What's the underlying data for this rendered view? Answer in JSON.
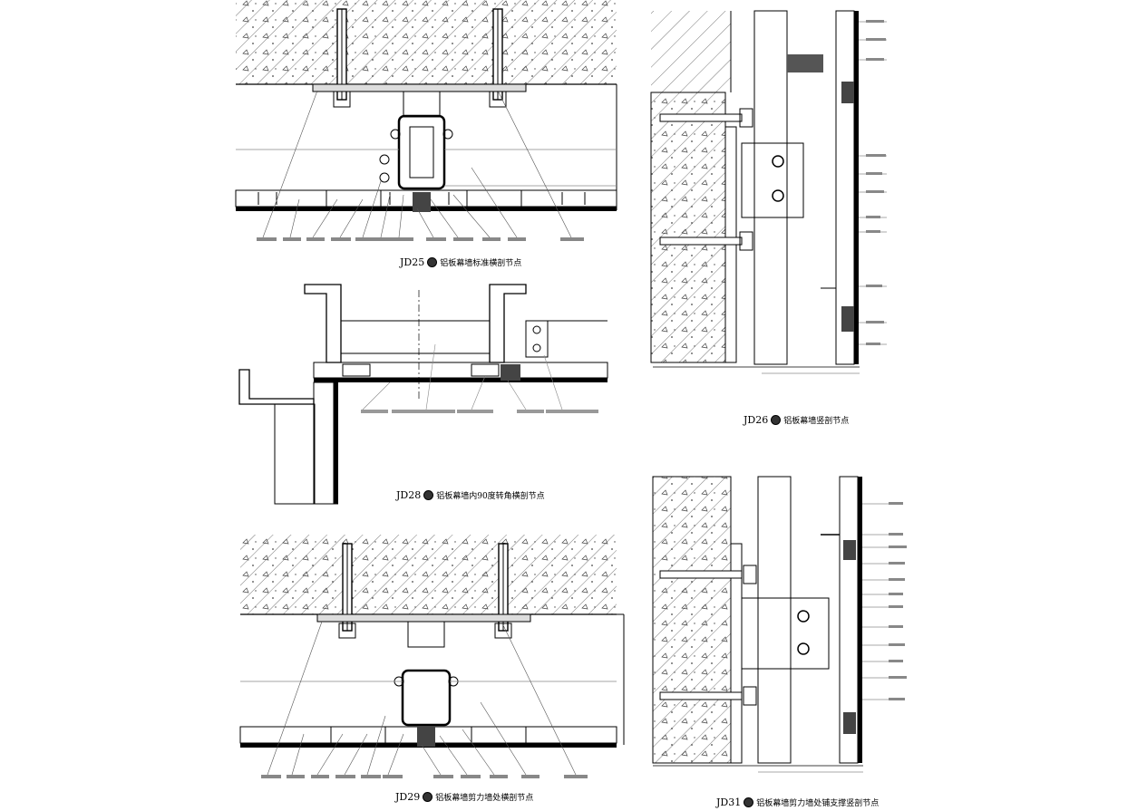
{
  "details": [
    {
      "id": "jd25",
      "code": "JD25",
      "title": "铝板幕墙标准横剖节点"
    },
    {
      "id": "jd26",
      "code": "JD26",
      "title": "铝板幕墙竖剖节点"
    },
    {
      "id": "jd28",
      "code": "JD28",
      "title": "铝板幕墙内90度转角横剖节点"
    },
    {
      "id": "jd29",
      "code": "JD29",
      "title": "铝板幕墙剪力墙处横剖节点"
    },
    {
      "id": "jd31",
      "code": "JD31",
      "title": "铝板幕墙剪力墙处铺支撑竖剖节点"
    }
  ],
  "colors": {
    "ink": "#000000",
    "hatch": "#555555",
    "dim": "#666666",
    "label": "#888888",
    "background": "#ffffff"
  }
}
